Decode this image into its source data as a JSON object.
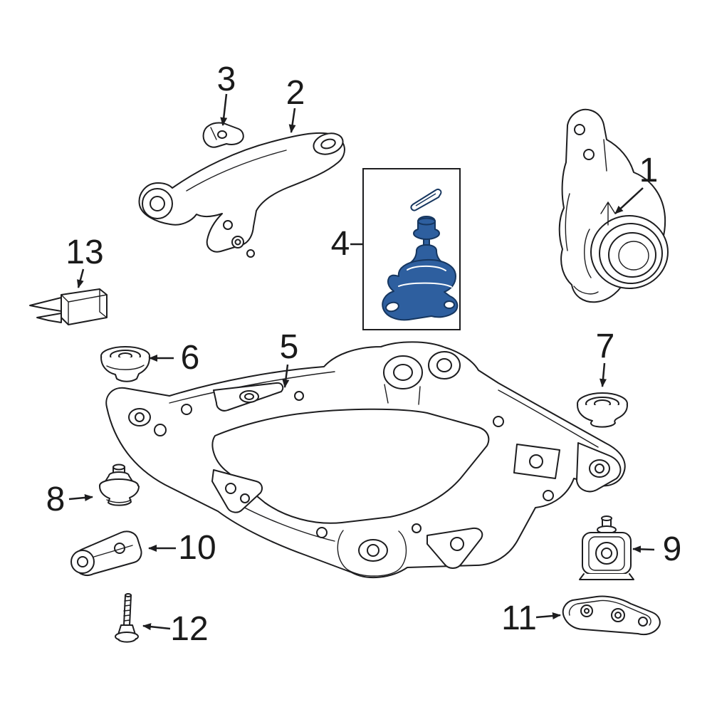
{
  "diagram": {
    "type": "exploded-parts-diagram",
    "subject": "front suspension crossmember and related components",
    "background": "#ffffff",
    "line_color": "#1d1d1f",
    "highlight_color": "#2e5f9f"
  },
  "callouts": [
    {
      "label": "1",
      "part": "steering-knuckle"
    },
    {
      "label": "2",
      "part": "lower-control-arm"
    },
    {
      "label": "3",
      "part": "control-arm-clip"
    },
    {
      "label": "4",
      "part": "ball-joint-highlighted"
    },
    {
      "label": "5",
      "part": "suspension-crossmember"
    },
    {
      "label": "6",
      "part": "crossmember-insulator"
    },
    {
      "label": "7",
      "part": "crossmember-grommet"
    },
    {
      "label": "8",
      "part": "crossmember-mount"
    },
    {
      "label": "9",
      "part": "crossmember-bushing"
    },
    {
      "label": "10",
      "part": "front-mount-bracket"
    },
    {
      "label": "11",
      "part": "rear-mount-bracket"
    },
    {
      "label": "12",
      "part": "mount-bolt"
    },
    {
      "label": "13",
      "part": "bracket-stay"
    }
  ]
}
